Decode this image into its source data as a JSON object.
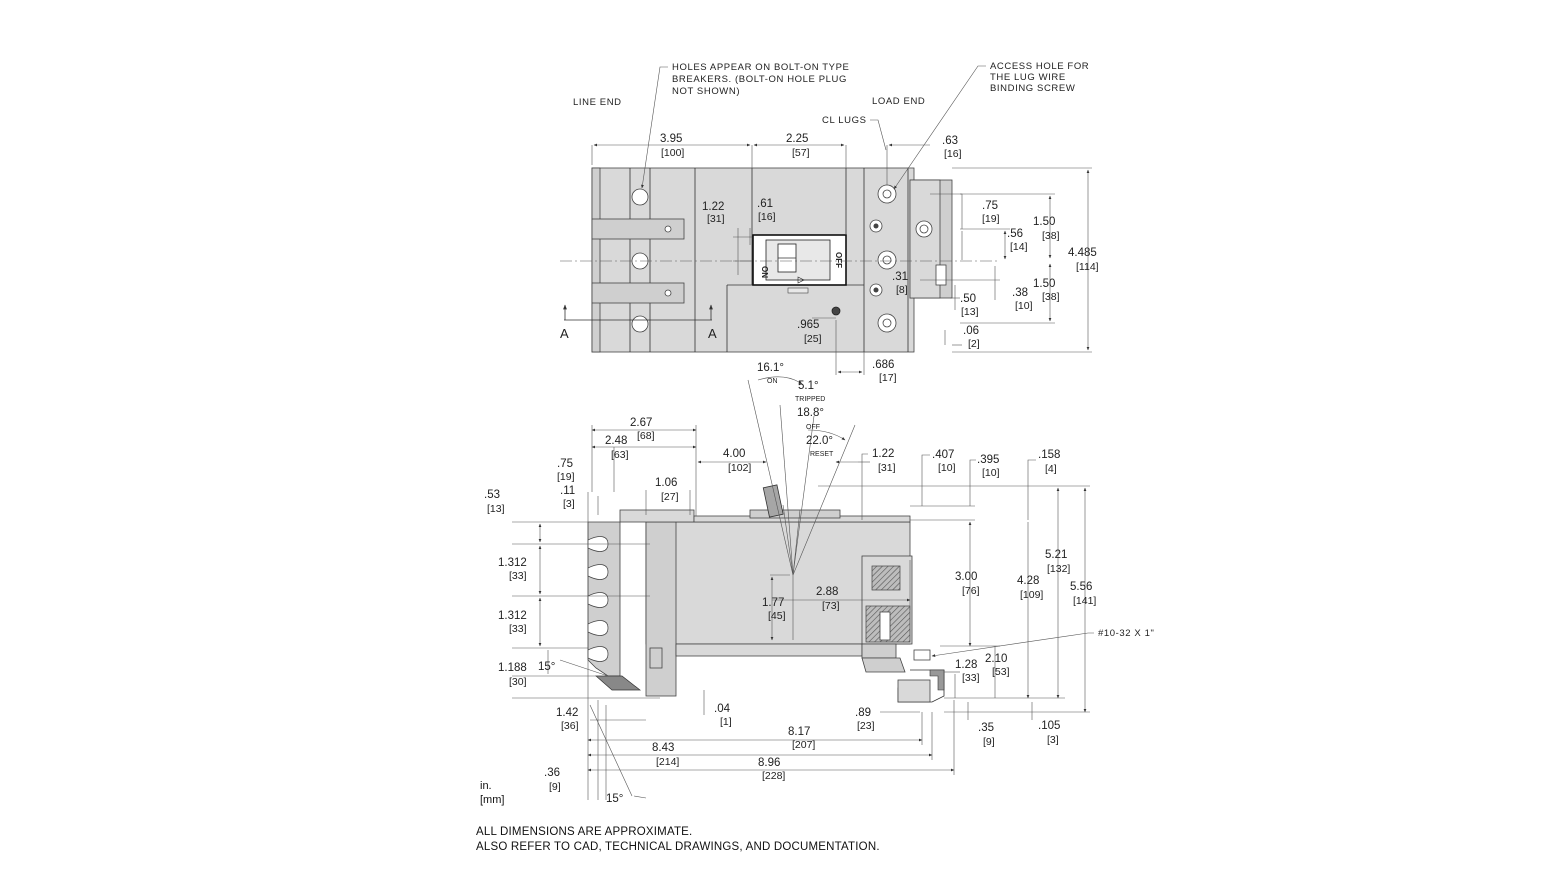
{
  "notes": {
    "line_end": "LINE END",
    "load_end": "LOAD END",
    "holes_1": "HOLES APPEAR ON BOLT-ON TYPE",
    "holes_2": "BREAKERS. (BOLT-ON HOLE PLUG",
    "holes_3": "NOT SHOWN)",
    "access_1": "ACCESS HOLE FOR",
    "access_2": "THE LUG WIRE",
    "access_3": "BINDING SCREW",
    "cl_lugs": "CL LUGS",
    "section_a": "A",
    "screw": "#10-32 X 1\""
  },
  "handle": {
    "label_on": "ON",
    "label_off": "OFF",
    "label_tripped": "TRIPPED",
    "label_reset": "RESET",
    "angle_on": "16.1°",
    "angle_tripped": "5.1°",
    "angle_off": "18.8°",
    "angle_reset": "22.0°",
    "angle_foot_1": "15°",
    "angle_foot_2": "15°",
    "face_off": "OFF",
    "face_on": "ON"
  },
  "top_view": {
    "d395": {
      "in": "3.95",
      "mm": "[100]"
    },
    "d225": {
      "in": "2.25",
      "mm": "[57]"
    },
    "d063": {
      "in": ".63",
      "mm": "[16]"
    },
    "d122": {
      "in": "1.22",
      "mm": "[31]"
    },
    "d061": {
      "in": ".61",
      "mm": "[16]"
    },
    "d075": {
      "in": ".75",
      "mm": "[19]"
    },
    "d150a": {
      "in": "1.50",
      "mm": "[38]"
    },
    "d056": {
      "in": ".56",
      "mm": "[14]"
    },
    "d4485": {
      "in": "4.485",
      "mm": "[114]"
    },
    "d031": {
      "in": ".31",
      "mm": "[8]"
    },
    "d038": {
      "in": ".38",
      "mm": "[10]"
    },
    "d150b": {
      "in": "1.50",
      "mm": "[38]"
    },
    "d050": {
      "in": ".50",
      "mm": "[13]"
    },
    "d0965": {
      "in": ".965",
      "mm": "[25]"
    },
    "d006": {
      "in": ".06",
      "mm": "[2]"
    },
    "d0686": {
      "in": ".686",
      "mm": "[17]"
    }
  },
  "side_view": {
    "d267": {
      "in": "2.67",
      "mm": "[68]"
    },
    "d248": {
      "in": "2.48",
      "mm": "[63]"
    },
    "d075": {
      "in": ".75",
      "mm": "[19]"
    },
    "d011": {
      "in": ".11",
      "mm": "[3]"
    },
    "d053": {
      "in": ".53",
      "mm": "[13]"
    },
    "d106": {
      "in": "1.06",
      "mm": "[27]"
    },
    "d400": {
      "in": "4.00",
      "mm": "[102]"
    },
    "d122": {
      "in": "1.22",
      "mm": "[31]"
    },
    "d0407": {
      "in": ".407",
      "mm": "[10]"
    },
    "d0395": {
      "in": ".395",
      "mm": "[10]"
    },
    "d0158": {
      "in": ".158",
      "mm": "[4]"
    },
    "d1312a": {
      "in": "1.312",
      "mm": "[33]"
    },
    "d1312b": {
      "in": "1.312",
      "mm": "[33]"
    },
    "d1188": {
      "in": "1.188",
      "mm": "[30]"
    },
    "d177": {
      "in": "1.77",
      "mm": "[45]"
    },
    "d288": {
      "in": "2.88",
      "mm": "[73]"
    },
    "d300": {
      "in": "3.00",
      "mm": "[76]"
    },
    "d428": {
      "in": "4.28",
      "mm": "[109]"
    },
    "d521": {
      "in": "5.21",
      "mm": "[132]"
    },
    "d556": {
      "in": "5.56",
      "mm": "[141]"
    },
    "d128": {
      "in": "1.28",
      "mm": "[33]"
    },
    "d210": {
      "in": "2.10",
      "mm": "[53]"
    },
    "d142": {
      "in": "1.42",
      "mm": "[36]"
    },
    "d004": {
      "in": ".04",
      "mm": "[1]"
    },
    "d089": {
      "in": ".89",
      "mm": "[23]"
    },
    "d035": {
      "in": ".35",
      "mm": "[9]"
    },
    "d0105": {
      "in": ".105",
      "mm": "[3]"
    },
    "d817": {
      "in": "8.17",
      "mm": "[207]"
    },
    "d843": {
      "in": "8.43",
      "mm": "[214]"
    },
    "d896": {
      "in": "8.96",
      "mm": "[228]"
    },
    "d036": {
      "in": ".36",
      "mm": "[9]"
    }
  },
  "units": {
    "in": "in.",
    "mm": "[mm]"
  },
  "footer": {
    "line1": "ALL DIMENSIONS ARE APPROXIMATE.",
    "line2": "ALSO REFER TO CAD, TECHNICAL DRAWINGS, AND DOCUMENTATION."
  }
}
